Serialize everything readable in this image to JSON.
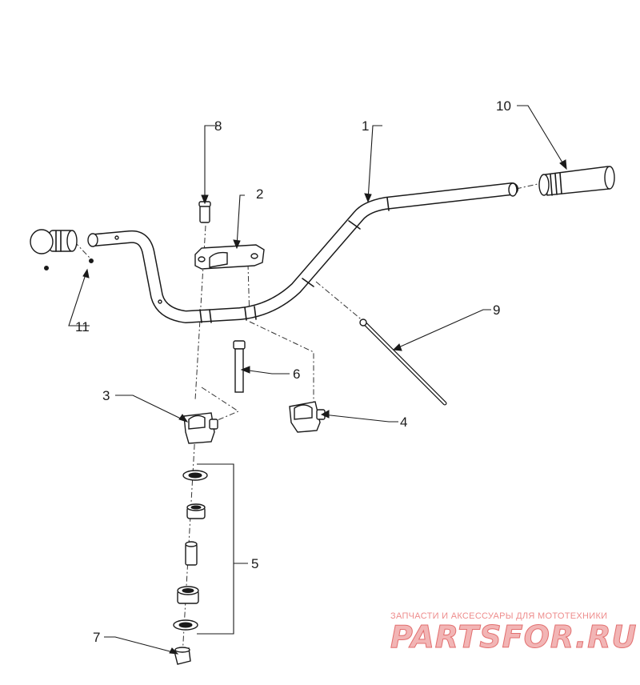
{
  "diagram": {
    "callouts": [
      {
        "id": "1",
        "label": "1"
      },
      {
        "id": "2",
        "label": "2"
      },
      {
        "id": "3",
        "label": "3"
      },
      {
        "id": "4",
        "label": "4"
      },
      {
        "id": "5",
        "label": "5"
      },
      {
        "id": "6",
        "label": "6"
      },
      {
        "id": "7",
        "label": "7"
      },
      {
        "id": "8",
        "label": "8"
      },
      {
        "id": "9",
        "label": "9"
      },
      {
        "id": "10",
        "label": "10"
      },
      {
        "id": "11",
        "label": "11"
      }
    ]
  },
  "watermark": {
    "tagline": "ЗАПЧАСТИ И АКСЕССУАРЫ ДЛЯ МОТОТЕХНИКИ",
    "logo_text": "PARTSFOR.RU",
    "color": "#e26f6f"
  }
}
